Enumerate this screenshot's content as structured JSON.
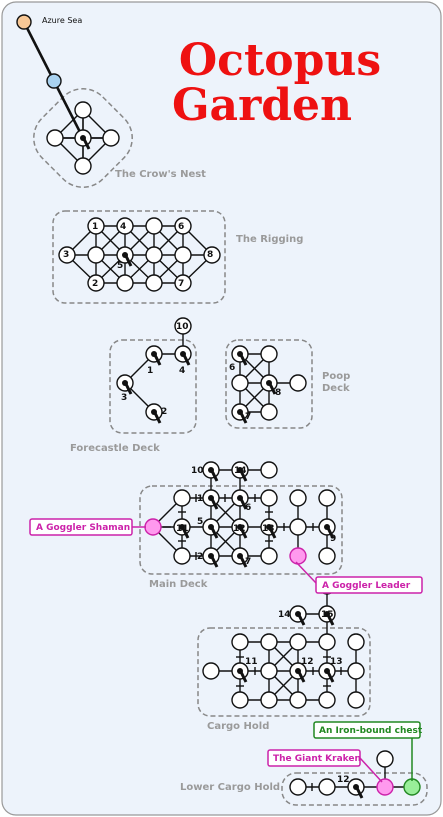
{
  "title": {
    "line1": "Octopus",
    "line2": "Garden"
  },
  "entry": {
    "label": "Azure Sea"
  },
  "zones": {
    "crows_nest": "The Crow's Nest",
    "rigging": "The Rigging",
    "forecastle": "Forecastle Deck",
    "poop_deck_1": "Poop",
    "poop_deck_2": "Deck",
    "main_deck": "Main Deck",
    "cargo_hold": "Cargo Hold",
    "lower_cargo_hold": "Lower Cargo Hold"
  },
  "callouts": {
    "goggler_shaman": "A Goggler Shaman",
    "goggler_leader": "A Goggler Leader",
    "giant_kraken": "The Giant Kraken",
    "iron_chest": "An Iron-bound chest"
  },
  "numbers": {
    "r1": "1",
    "r2": "2",
    "r3": "3",
    "r4": "4",
    "r5": "5",
    "r6": "6",
    "r7": "7",
    "r8": "8",
    "f10": "10",
    "f1": "1",
    "f4": "4",
    "f3": "3",
    "f2": "2",
    "p6": "6",
    "p8": "8",
    "p7": "7",
    "m10": "10",
    "m14": "14",
    "m1": "1",
    "m6": "6",
    "m11": "11",
    "m5": "5",
    "m12": "12",
    "m13": "13",
    "m9": "9",
    "m2": "2",
    "m7": "7",
    "c14": "14",
    "c15": "15",
    "c11": "11",
    "c12": "12",
    "c13": "13",
    "l12": "12"
  },
  "colors": {
    "background": "#edf3fb",
    "entry_node": "#f8c896",
    "teleport_node": "#a9d2f0",
    "monster_node": "#ff99ee",
    "monster_border": "#cc22aa",
    "chest_node": "#99ee99",
    "chest_border": "#228822",
    "title": "#ee1111"
  }
}
